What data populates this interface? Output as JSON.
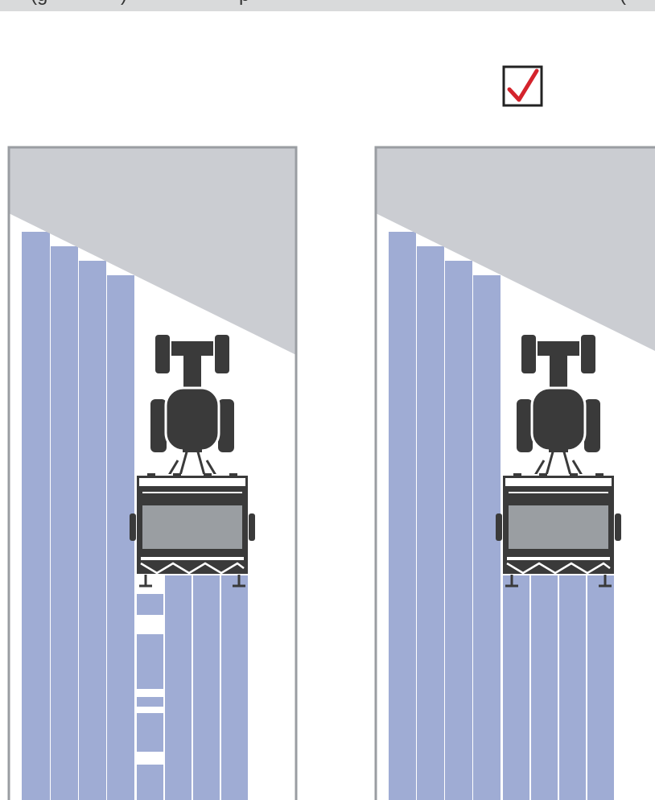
{
  "header_fragments": [
    {
      "text": "(g"
    },
    {
      "text": ")"
    },
    {
      "text": "p"
    },
    {
      "text": "("
    }
  ],
  "checkbox": {
    "checked": true,
    "icon": "check-icon",
    "color": "#d4232c"
  },
  "colors": {
    "headland": "#cbcdd2",
    "border": "#9a9da2",
    "applied": "#9facd4",
    "machine": "#3a3a3a",
    "tank": "#9a9ea2"
  },
  "panels": [
    {
      "id": "without",
      "checkbox_visible": false,
      "gaps_in_current_pass": true
    },
    {
      "id": "with",
      "checkbox_visible": true,
      "gaps_in_current_pass": false
    }
  ]
}
